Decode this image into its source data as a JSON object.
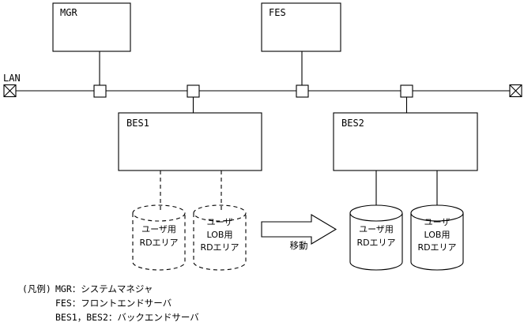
{
  "diagram": {
    "network": {
      "lan_label": "LAN",
      "terminator_left_icon": "x-terminator-icon",
      "terminator_right_icon": "x-terminator-icon",
      "taps": [
        "mgr-tap",
        "bes1-tap",
        "fes-tap",
        "bes2-tap"
      ]
    },
    "nodes": [
      {
        "id": "mgr",
        "label": "MGR"
      },
      {
        "id": "fes",
        "label": "FES"
      },
      {
        "id": "bes1",
        "label": "BES1"
      },
      {
        "id": "bes2",
        "label": "BES2"
      }
    ],
    "source_storage": [
      {
        "id": "src-user-rd",
        "style": "dashed",
        "lines": [
          "ユーザ用",
          "RDエリア"
        ]
      },
      {
        "id": "src-user-lob-rd",
        "style": "dashed",
        "lines": [
          "ユーザ",
          "LOB用",
          "RDエリア"
        ]
      }
    ],
    "target_storage": [
      {
        "id": "dst-user-rd",
        "style": "solid",
        "lines": [
          "ユーザ用",
          "RDエリア"
        ]
      },
      {
        "id": "dst-user-lob-rd",
        "style": "solid",
        "lines": [
          "ユーザ",
          "LOB用",
          "RDエリア"
        ]
      }
    ],
    "migration": {
      "arrow_icon": "block-arrow-right-icon",
      "label": "移動"
    },
    "legend": {
      "heading": "(凡例)",
      "entries": [
        "MGR：システムマネジャ",
        "FES：フロントエンドサーバ",
        "BES1，BES2：バックエンドサーバ"
      ]
    },
    "colors": {
      "stroke": "#000000",
      "background": "#ffffff"
    }
  }
}
